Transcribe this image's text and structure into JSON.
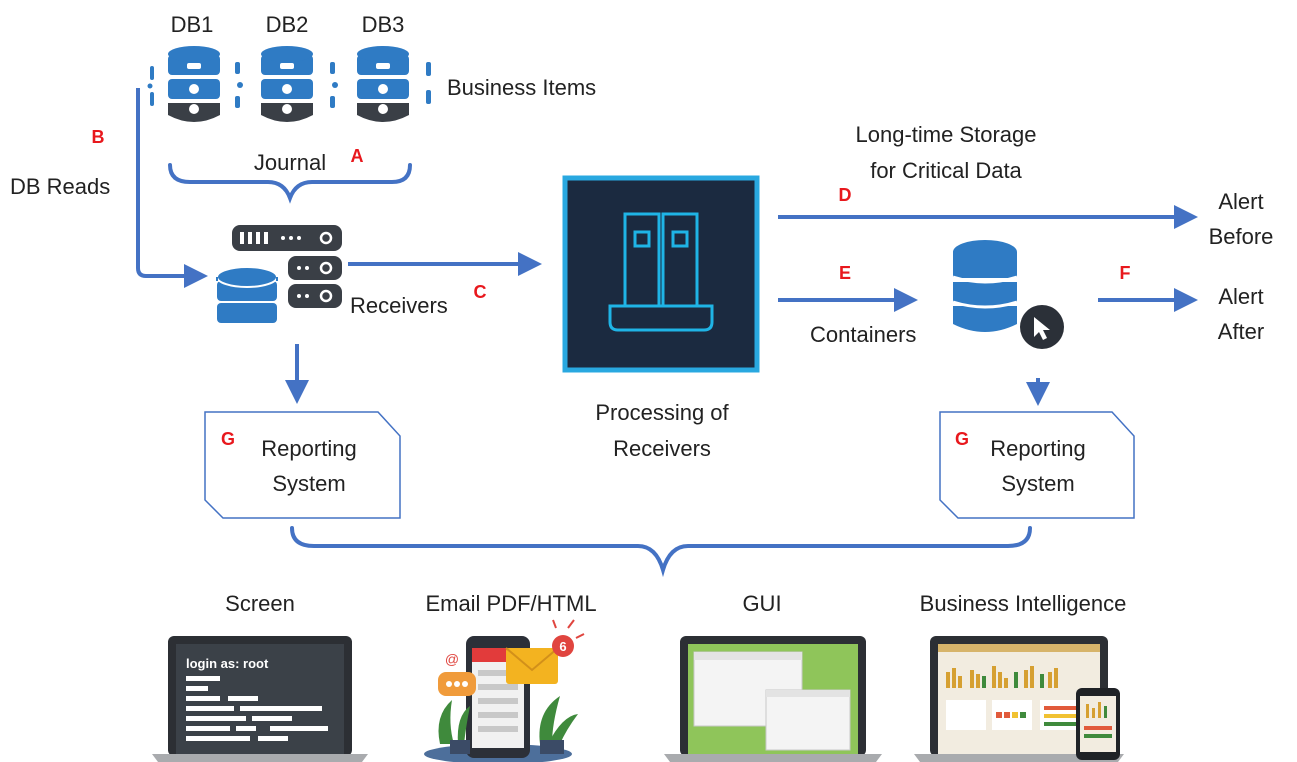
{
  "colors": {
    "arrow": "#4472c4",
    "db_blue": "#2f7bc4",
    "db_dark": "#3a3f46",
    "marker_red": "#e8181d",
    "processing_bg": "#1b2a40",
    "processing_border": "#29a8e0",
    "processing_icon": "#1fb4e6"
  },
  "databases": [
    {
      "label": "DB1",
      "icon": "database-icon"
    },
    {
      "label": "DB2",
      "icon": "database-icon"
    },
    {
      "label": "DB3",
      "icon": "database-icon"
    }
  ],
  "labels": {
    "business_items": "Business Items",
    "journal": "Journal",
    "db_reads": "DB Reads",
    "receivers": "Receivers",
    "long_time_storage_line1": "Long-time Storage",
    "long_time_storage_line2": "for Critical Data",
    "alert_before_line1": "Alert",
    "alert_before_line2": "Before",
    "alert_after_line1": "Alert",
    "alert_after_line2": "After",
    "containers": "Containers",
    "processing_line1": "Processing of",
    "processing_line2": "Receivers"
  },
  "markers": {
    "a": "A",
    "b": "B",
    "c": "C",
    "d": "D",
    "e": "E",
    "f": "F",
    "g_left": "G",
    "g_right": "G"
  },
  "reporting": {
    "left_line1": "Reporting",
    "left_line2": "System",
    "right_line1": "Reporting",
    "right_line2": "System"
  },
  "outputs": [
    {
      "label": "Screen",
      "icon": "laptop-terminal-icon"
    },
    {
      "label": "Email PDF/HTML",
      "icon": "email-phone-icon"
    },
    {
      "label": "GUI",
      "icon": "laptop-gui-icon"
    },
    {
      "label": "Business Intelligence",
      "icon": "laptop-dashboard-icon"
    }
  ],
  "terminal_text": "login as: root",
  "notification_count": "6",
  "email_at": "@"
}
